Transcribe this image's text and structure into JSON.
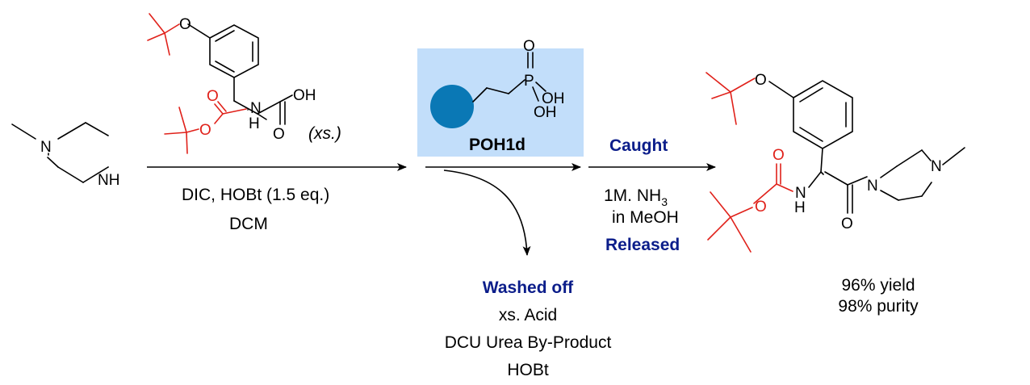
{
  "colors": {
    "protecting_group": "#e0211a",
    "highlight": "#0b1d8a",
    "resin_box": "#c2defa",
    "resin_bead": "#0a78b5"
  },
  "atoms": {
    "n": "N",
    "nh": "NH",
    "h": "H",
    "o": "O",
    "oh": "OH",
    "p": "P"
  },
  "reagent_excess": "(xs.)",
  "step1": {
    "conditions_line1": "DIC, HOBt (1.5 eq.)",
    "conditions_line2": "DCM"
  },
  "resin": {
    "name": "POH1d"
  },
  "caught_label": "Caught",
  "release": {
    "line1_prefix": "1M. NH",
    "line1_sub": "3",
    "line2": "in MeOH",
    "label": "Released"
  },
  "washed": {
    "title": "Washed off",
    "items": [
      "xs. Acid",
      "DCU Urea By-Product",
      "HOBt"
    ]
  },
  "result": {
    "yield": "96% yield",
    "purity": "98% purity"
  }
}
